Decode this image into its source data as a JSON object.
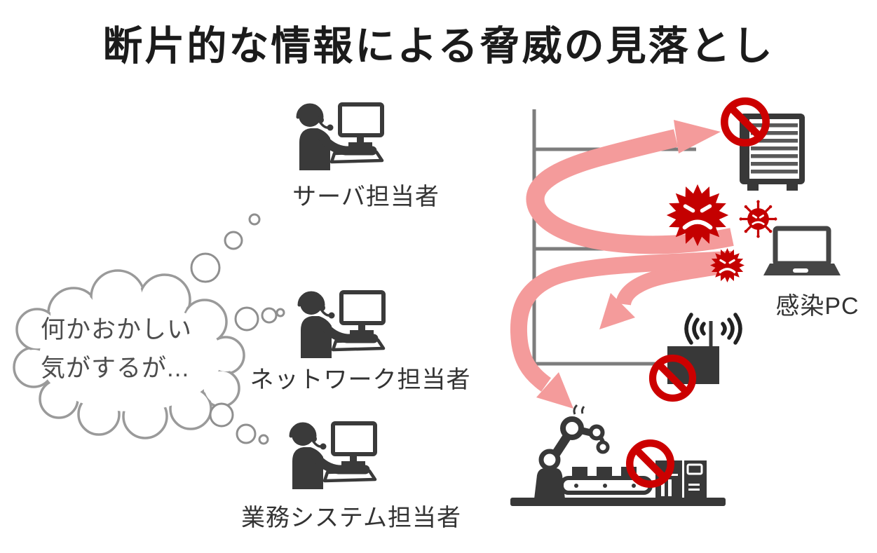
{
  "title": "断片的な情報による脅威の見落とし",
  "thought_bubble": {
    "line1": "何かおかしい",
    "line2": "気がするが..."
  },
  "roles": [
    {
      "label": "サーバ担当者"
    },
    {
      "label": "ネットワーク担当者"
    },
    {
      "label": "業務システム担当者"
    }
  ],
  "infected_pc_label": "感染PC",
  "icons": {
    "operator": "operator-with-headset-and-pc-icon",
    "thought_cloud": "thought-cloud-icon",
    "server": "server-rack-icon",
    "virus": "malware-virus-icon",
    "infected_laptop": "laptop-icon",
    "access_point": "wireless-access-point-icon",
    "factory_line": "factory-robot-conveyor-icon",
    "prohibition": "blocked-sign-icon",
    "spread_arrow": "infection-spread-arrow"
  },
  "colors": {
    "arrow_pink": "#F49B9B",
    "prohibition_red": "#CC0000",
    "virus_red": "#C40000",
    "icon_dark": "#3A3A3A",
    "structure_gray": "#7D7D7D",
    "cloud_outline_gray": "#9A9A9A",
    "text_dark": "#333333",
    "title_black": "#1B1B1B"
  }
}
